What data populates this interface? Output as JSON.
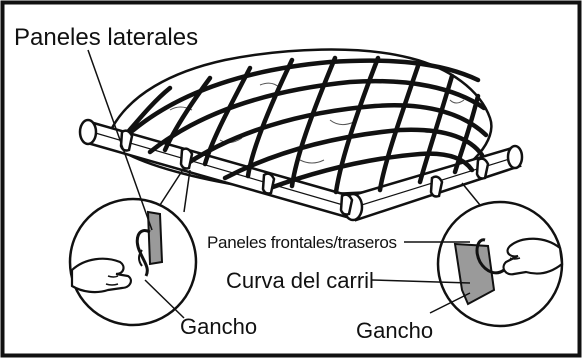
{
  "labels": {
    "side_panels": "Paneles laterales",
    "front_rear_panels": "Paneles frontales/traseros",
    "rail_curve": "Curva del carril",
    "hook_left": "Gancho",
    "hook_right": "Gancho"
  }
}
